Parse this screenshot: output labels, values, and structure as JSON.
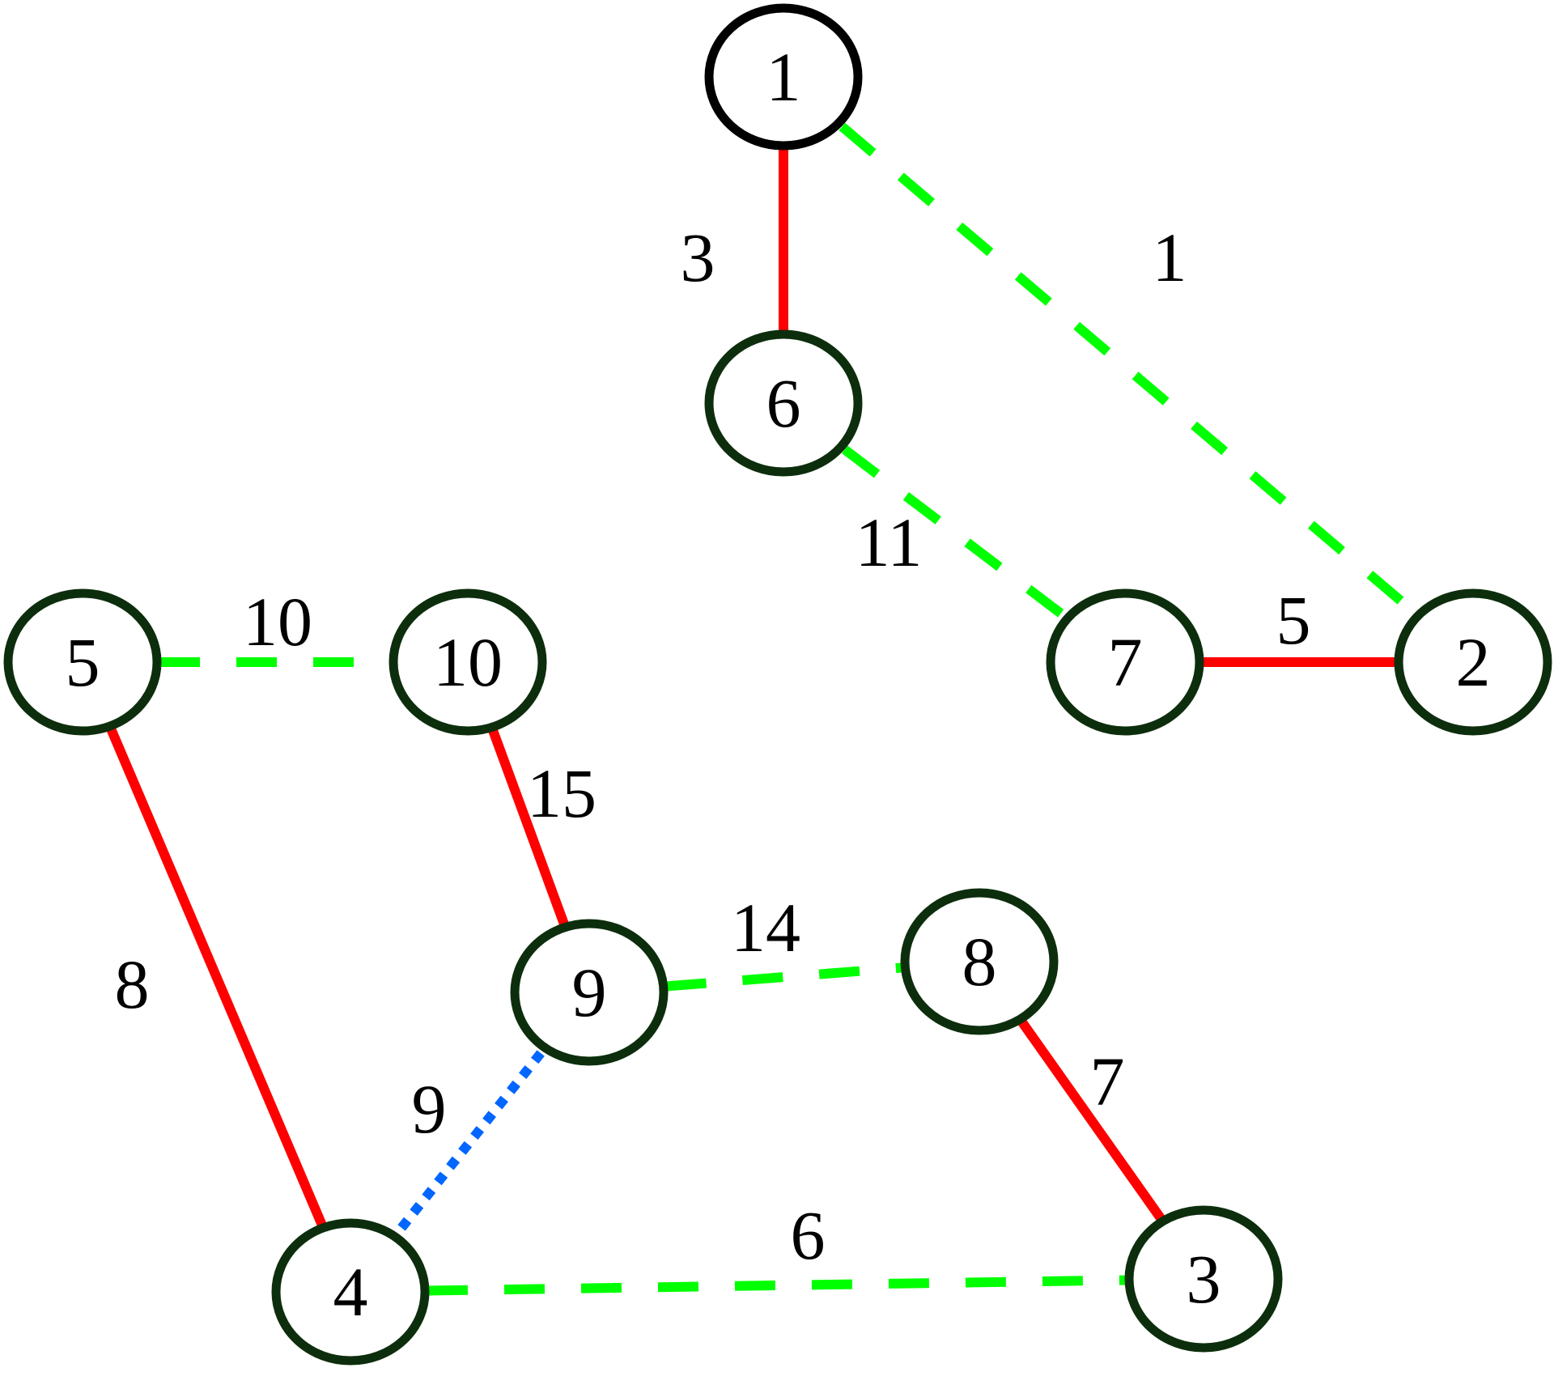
{
  "colors": {
    "solid_edge": "#ff0000",
    "dashed_edge": "#00ff00",
    "dotted_edge": "#0066ff",
    "node_border": "#0d2e0d",
    "node_border_root": "#000000"
  },
  "nodes": [
    {
      "id": "1",
      "label": "1",
      "root": true
    },
    {
      "id": "2",
      "label": "2"
    },
    {
      "id": "3",
      "label": "3"
    },
    {
      "id": "4",
      "label": "4"
    },
    {
      "id": "5",
      "label": "5"
    },
    {
      "id": "6",
      "label": "6"
    },
    {
      "id": "7",
      "label": "7"
    },
    {
      "id": "8",
      "label": "8"
    },
    {
      "id": "9",
      "label": "9"
    },
    {
      "id": "10",
      "label": "10"
    }
  ],
  "edges": [
    {
      "from": "1",
      "to": "6",
      "weight": "3",
      "style": "solid"
    },
    {
      "from": "1",
      "to": "2",
      "weight": "1",
      "style": "dashed"
    },
    {
      "from": "6",
      "to": "7",
      "weight": "11",
      "style": "dashed"
    },
    {
      "from": "7",
      "to": "2",
      "weight": "5",
      "style": "solid"
    },
    {
      "from": "5",
      "to": "10",
      "weight": "10",
      "style": "dashed"
    },
    {
      "from": "10",
      "to": "9",
      "weight": "15",
      "style": "solid"
    },
    {
      "from": "5",
      "to": "4",
      "weight": "8",
      "style": "solid"
    },
    {
      "from": "9",
      "to": "8",
      "weight": "14",
      "style": "dashed"
    },
    {
      "from": "9",
      "to": "4",
      "weight": "9",
      "style": "dotted"
    },
    {
      "from": "8",
      "to": "3",
      "weight": "7",
      "style": "solid"
    },
    {
      "from": "4",
      "to": "3",
      "weight": "6",
      "style": "dashed"
    }
  ]
}
